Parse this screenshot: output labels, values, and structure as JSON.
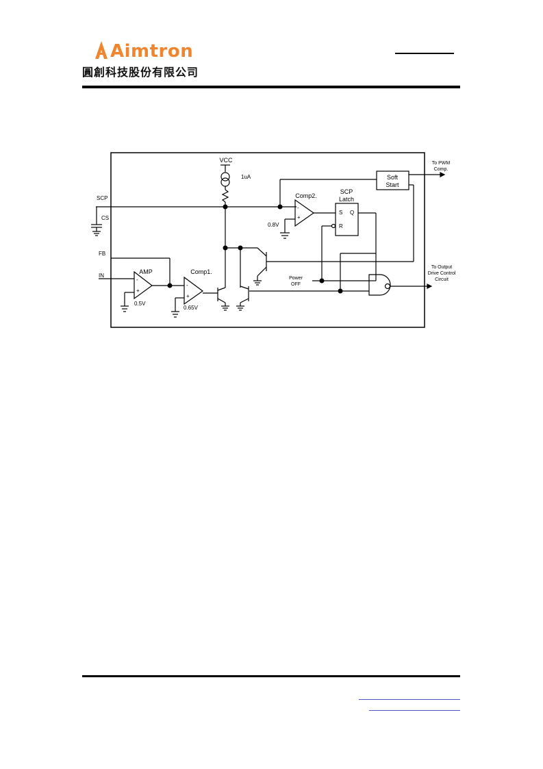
{
  "header": {
    "logo_text": "Aimtron",
    "company_name": "圓創科技股份有限公司",
    "brand_color": "#f0852d"
  },
  "diagram": {
    "pins": {
      "scp": "SCP",
      "cs": "CS",
      "fb": "FB",
      "in": "IN"
    },
    "vcc": "VCC",
    "current_source": "1uA",
    "amp": "AMP",
    "amp_ref": "0.5V",
    "comp1": "Comp1.",
    "comp1_ref": "0.65V",
    "comp2": "Comp2.",
    "comp2_ref": "0.8V",
    "latch_title_1": "SCP",
    "latch_title_2": "Latch",
    "latch_s": "S",
    "latch_q": "Q",
    "latch_r": "R",
    "soft_start_1": "Soft",
    "soft_start_2": "Start",
    "to_pwm_1": "To PWM",
    "to_pwm_2": "Comp.",
    "power_off_1": "Power",
    "power_off_2": "OFF",
    "to_output_1": "To Output",
    "to_output_2": "Drive Control",
    "to_output_3": "Circuit",
    "op_minus": "-",
    "op_plus": "+"
  }
}
